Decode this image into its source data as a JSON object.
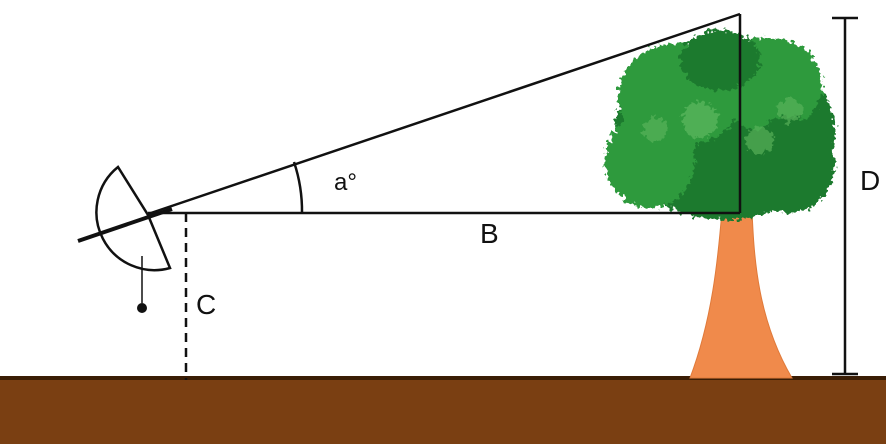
{
  "diagram": {
    "labels": {
      "angle": "a°",
      "horizontal": "B",
      "instrument_height": "C",
      "tree_height": "D"
    },
    "colors": {
      "ground": "#7a3f12",
      "ground_edge": "#3a1d05",
      "trunk": "#f08a4b",
      "foliage_dark": "#1f7a2e",
      "foliage_mid": "#2e9a3e",
      "foliage_light": "#5fb85f",
      "line": "#111111"
    },
    "icons": [
      "clinometer-icon",
      "plumb-bob-icon",
      "tree-icon"
    ]
  }
}
